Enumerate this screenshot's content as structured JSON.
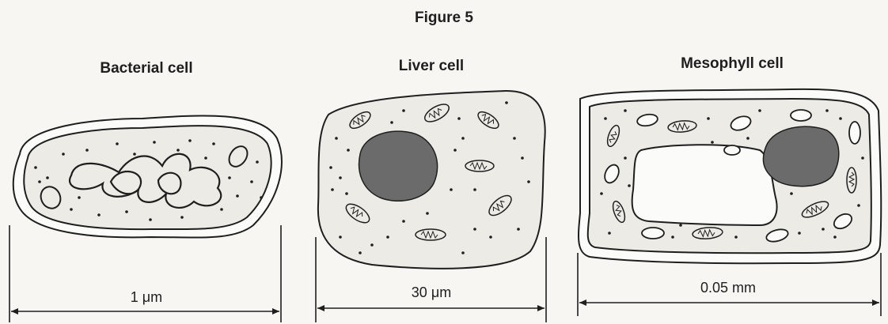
{
  "figure": {
    "title": "Figure 5",
    "cells": [
      {
        "label": "Bacterial cell",
        "scale": "1 μm"
      },
      {
        "label": "Liver cell",
        "scale": "30 μm"
      },
      {
        "label": "Mesophyll cell",
        "scale": "0.05 mm"
      }
    ]
  }
}
